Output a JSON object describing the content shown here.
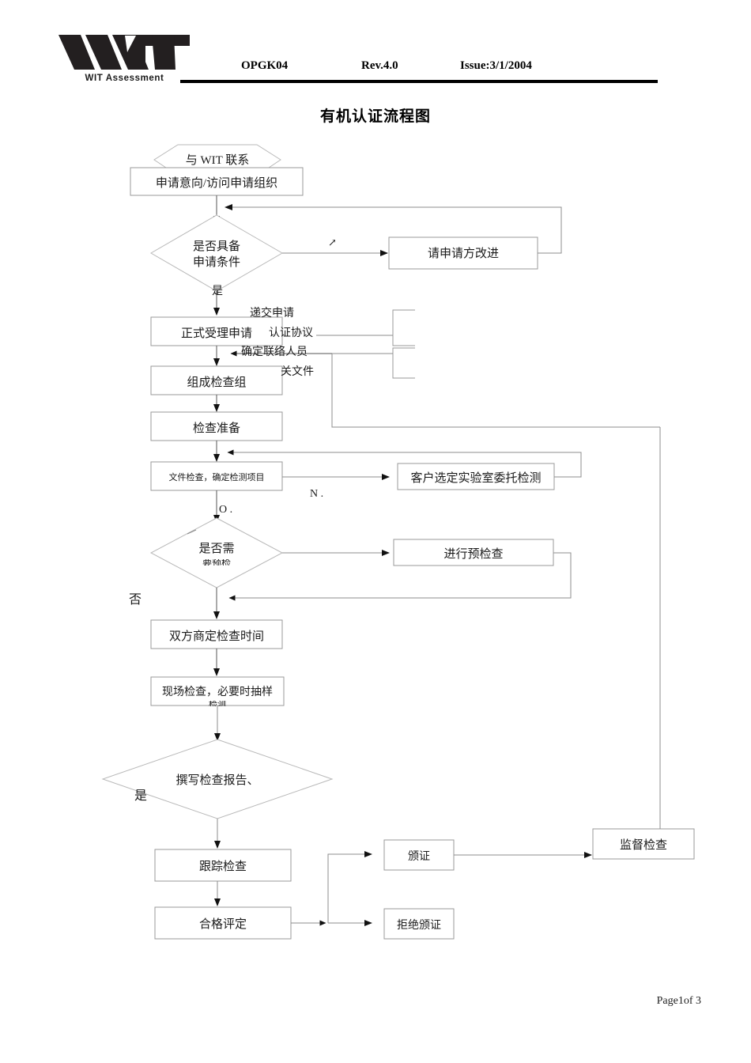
{
  "header": {
    "logo_wordmark": "WIT",
    "logo_subtitle": "WIT Assessment",
    "doc_code": "OPGK04",
    "revision": "Rev.4.0",
    "issue": "Issue:3/1/2004"
  },
  "title": "有机认证流程图",
  "footer": {
    "page_label": "Page1of 3"
  },
  "chart_data": {
    "type": "diagram",
    "title": "有机认证流程图",
    "nodes": [
      {
        "id": "start",
        "shape": "hexagon",
        "label": "与 WIT 联系"
      },
      {
        "id": "intent",
        "shape": "process",
        "label": "申请意向/访问申请组织"
      },
      {
        "id": "d_qualify",
        "shape": "decision",
        "label_line1": "是否具备",
        "label_line2": "申请条件"
      },
      {
        "id": "improve",
        "shape": "process",
        "label": "请申请方改进"
      },
      {
        "id": "accept",
        "shape": "process",
        "label": "正式受理申请"
      },
      {
        "id": "team",
        "shape": "process",
        "label": "组成检查组"
      },
      {
        "id": "prepare",
        "shape": "process",
        "label": "检查准备"
      },
      {
        "id": "docreview",
        "shape": "process",
        "label": "文件检查，确定检测项目"
      },
      {
        "id": "lab",
        "shape": "process",
        "label": "客户选定实验室委托检测"
      },
      {
        "id": "d_pre",
        "shape": "decision",
        "label_line1": "是否需",
        "label_line2": "要预检"
      },
      {
        "id": "precheck",
        "shape": "process",
        "label": "进行预检查"
      },
      {
        "id": "schedule",
        "shape": "process",
        "label": "双方商定检查时间"
      },
      {
        "id": "onsite",
        "shape": "process",
        "label": "现场检查，必要时抽样",
        "label_line2": "检测"
      },
      {
        "id": "d_report",
        "shape": "decision",
        "label": "撰写检查报告、"
      },
      {
        "id": "followup",
        "shape": "process",
        "label": "跟踪检查"
      },
      {
        "id": "evaluate",
        "shape": "process",
        "label": "合格评定"
      },
      {
        "id": "issue_cert",
        "shape": "process",
        "label": "颁证"
      },
      {
        "id": "reject_cert",
        "shape": "process",
        "label": "拒绝颁证"
      },
      {
        "id": "surveillance",
        "shape": "process",
        "label": "监督检查"
      }
    ],
    "edge_labels": [
      {
        "id": "yes_qualify",
        "text": "是"
      },
      {
        "id": "arrow_glyph",
        "text": "↗"
      },
      {
        "id": "submit",
        "text": "递交申请"
      },
      {
        "id": "agreement",
        "text": "认证协议"
      },
      {
        "id": "contact",
        "text": "确定联络人员"
      },
      {
        "id": "documents",
        "text": "关文件"
      },
      {
        "id": "n_mark",
        "text": "N ."
      },
      {
        "id": "o_mark",
        "text": "O ."
      },
      {
        "id": "no_pre",
        "text": "否"
      },
      {
        "id": "yes_report",
        "text": "是"
      }
    ],
    "edges": [
      {
        "from": "start",
        "to": "intent"
      },
      {
        "from": "intent",
        "to": "d_qualify"
      },
      {
        "from": "d_qualify",
        "to": "improve",
        "label": "↗"
      },
      {
        "from": "improve",
        "to": "d_qualify",
        "note": "loop back to top"
      },
      {
        "from": "d_qualify",
        "to": "accept",
        "label": "是"
      },
      {
        "from": "accept",
        "to": "team"
      },
      {
        "from": "team",
        "to": "prepare"
      },
      {
        "from": "prepare",
        "to": "docreview"
      },
      {
        "from": "docreview",
        "to": "lab",
        "label": "N ."
      },
      {
        "from": "lab",
        "to": "docreview",
        "note": "loop back"
      },
      {
        "from": "docreview",
        "to": "d_pre",
        "label": "O ."
      },
      {
        "from": "d_pre",
        "to": "precheck"
      },
      {
        "from": "precheck",
        "to": "schedule",
        "note": "loop back in"
      },
      {
        "from": "d_pre",
        "to": "schedule",
        "label": "否"
      },
      {
        "from": "schedule",
        "to": "onsite"
      },
      {
        "from": "onsite",
        "to": "d_report"
      },
      {
        "from": "d_report",
        "to": "followup",
        "label": "是"
      },
      {
        "from": "followup",
        "to": "evaluate"
      },
      {
        "from": "evaluate",
        "to": "issue_cert"
      },
      {
        "from": "evaluate",
        "to": "reject_cert"
      },
      {
        "from": "issue_cert",
        "to": "surveillance"
      },
      {
        "from": "surveillance",
        "to": "prepare",
        "note": "right side return"
      }
    ],
    "colors": {
      "shape_stroke": "#9a9a9a",
      "connector": "#8d8d8d",
      "text": "#1a1a1a",
      "rule": "#000000"
    }
  }
}
